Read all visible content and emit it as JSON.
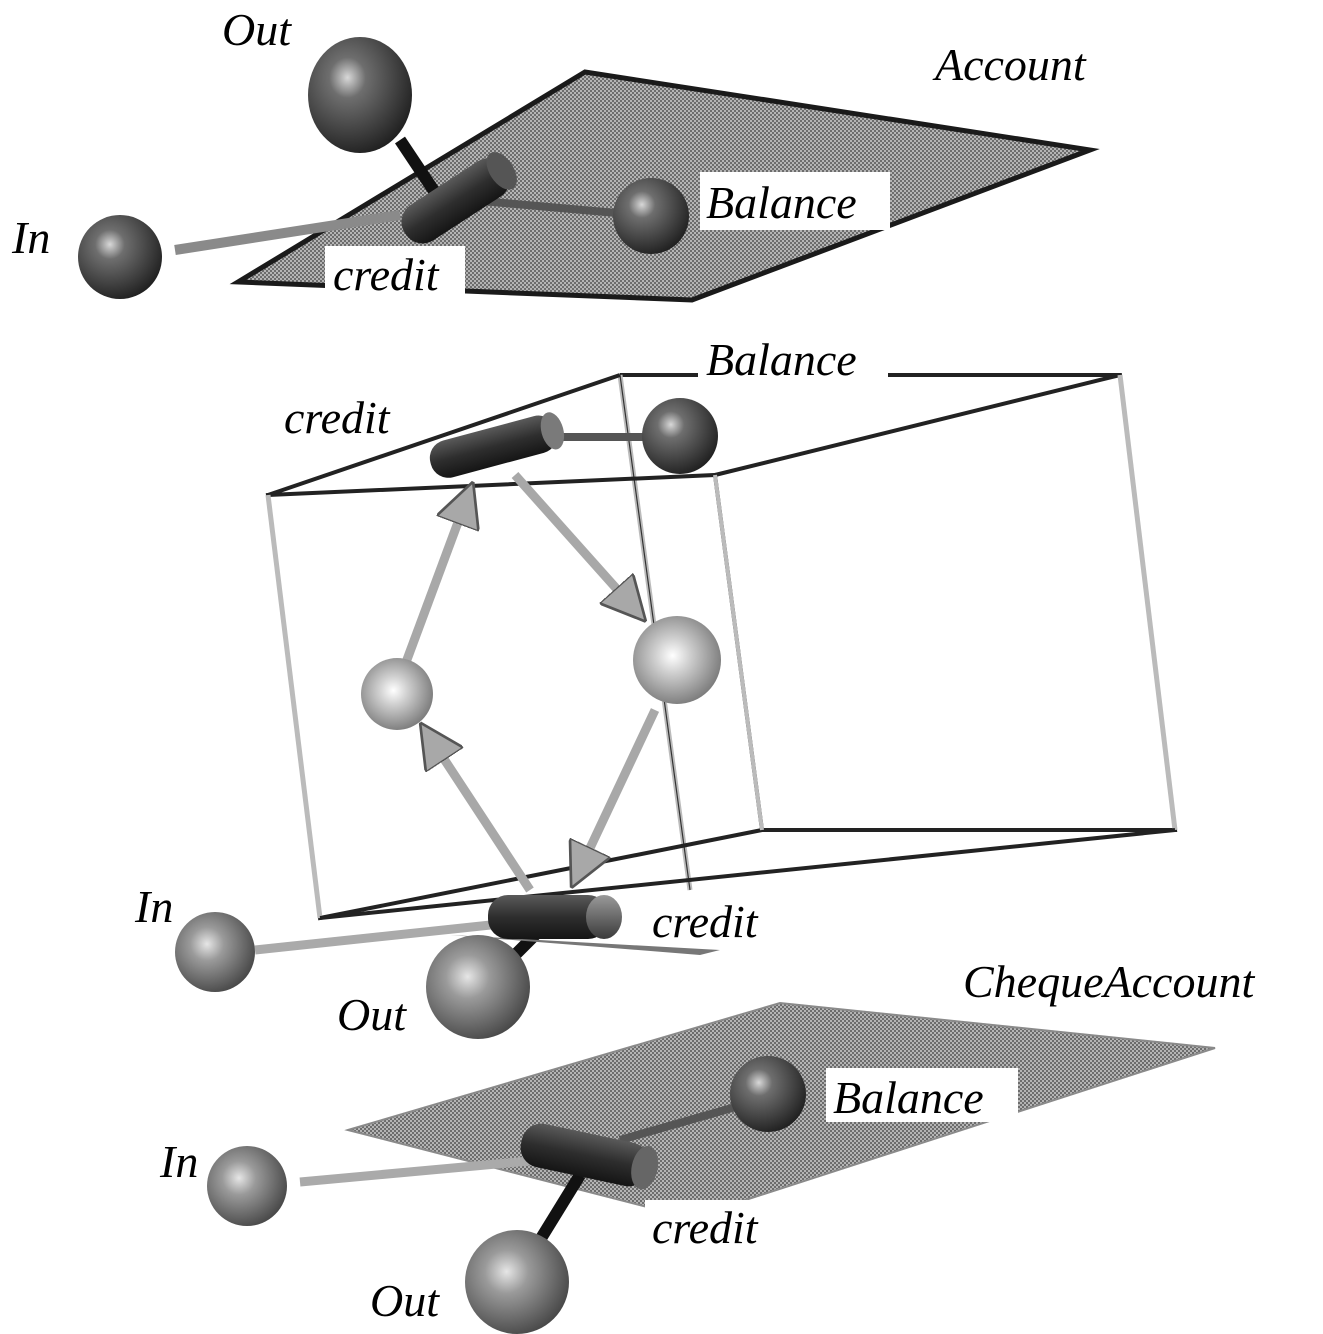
{
  "colors": {
    "background": "#ffffff",
    "plane_fill": "#9a9a9a",
    "plane_edge": "#1a1a1a",
    "sphere_dark": "#4a4a4a",
    "sphere_light": "#bdbdbd",
    "cylinder": "#3a3a3a",
    "arrow": "#a8a8a8",
    "frame": "#222222"
  },
  "diagram": {
    "top_plane": {
      "name": "Account",
      "labels": {
        "in": "In",
        "out": "Out",
        "state": "Balance",
        "operation": "credit"
      }
    },
    "middle_box": {
      "labels": {
        "state": "Balance",
        "operation_top": "credit",
        "operation_bottom": "credit",
        "in": "In",
        "out": "Out"
      }
    },
    "bottom_plane": {
      "name": "ChequeAccount",
      "labels": {
        "in": "In",
        "out": "Out",
        "state": "Balance",
        "operation": "credit"
      }
    }
  }
}
